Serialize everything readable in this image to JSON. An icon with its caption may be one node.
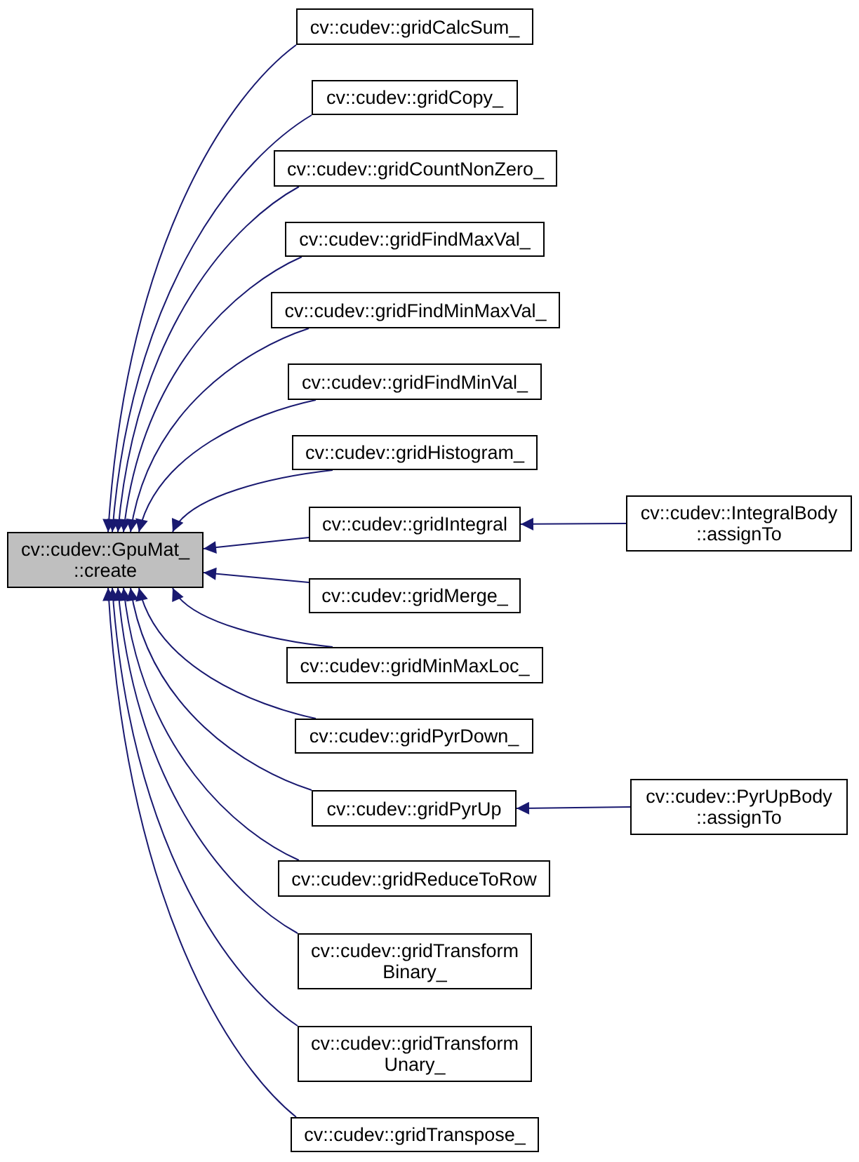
{
  "diagram": {
    "nodes": [
      {
        "text": [
          "cv::cudev::GpuMat_ ::create"
        ]
      },
      {
        "text": [
          "cv::cudev::gridCalcSum_"
        ]
      },
      {
        "text": [
          "cv::cudev::gridCopy_"
        ]
      },
      {
        "text": [
          "cv::cudev::gridCountNonZero_"
        ]
      },
      {
        "text": [
          "cv::cudev::gridFindMaxVal_"
        ]
      },
      {
        "text": [
          "cv::cudev::gridFindMinMaxVal_"
        ]
      },
      {
        "text": [
          "cv::cudev::gridFindMinVal_"
        ]
      },
      {
        "text": [
          "cv::cudev::gridHistogram_"
        ]
      },
      {
        "text": [
          "cv::cudev::gridIntegral"
        ]
      },
      {
        "text": [
          "cv::cudev::gridMerge_"
        ]
      },
      {
        "text": [
          "cv::cudev::gridMinMaxLoc_"
        ]
      },
      {
        "text": [
          "cv::cudev::gridPyrDown_"
        ]
      },
      {
        "text": [
          "cv::cudev::gridPyrUp"
        ]
      },
      {
        "text": [
          "cv::cudev::gridReduceToRow"
        ]
      },
      {
        "text": [
          "cv::cudev::gridTransform Binary_"
        ]
      },
      {
        "text": [
          "cv::cudev::gridTransform Unary_"
        ]
      },
      {
        "text": [
          "cv::cudev::gridTranspose_"
        ]
      },
      {
        "text": [
          "cv::cudev::IntegralBody ::assignTo"
        ]
      },
      {
        "text": [
          "cv::cudev::PyrUpBody ::assignTo"
        ]
      }
    ],
    "edges": [
      {
        "from": 1,
        "to": 0,
        "arrow": "to"
      },
      {
        "from": 2,
        "to": 0,
        "arrow": "to"
      },
      {
        "from": 3,
        "to": 0,
        "arrow": "to"
      },
      {
        "from": 4,
        "to": 0,
        "arrow": "to"
      },
      {
        "from": 5,
        "to": 0,
        "arrow": "to"
      },
      {
        "from": 6,
        "to": 0,
        "arrow": "to"
      },
      {
        "from": 7,
        "to": 0,
        "arrow": "to"
      },
      {
        "from": 8,
        "to": 0,
        "arrow": "to"
      },
      {
        "from": 9,
        "to": 0,
        "arrow": "to"
      },
      {
        "from": 10,
        "to": 0,
        "arrow": "to"
      },
      {
        "from": 11,
        "to": 0,
        "arrow": "to"
      },
      {
        "from": 12,
        "to": 0,
        "arrow": "to"
      },
      {
        "from": 13,
        "to": 0,
        "arrow": "to"
      },
      {
        "from": 14,
        "to": 0,
        "arrow": "to"
      },
      {
        "from": 15,
        "to": 0,
        "arrow": "to"
      },
      {
        "from": 16,
        "to": 0,
        "arrow": "to"
      },
      {
        "from": 17,
        "to": 8,
        "arrow": "to"
      },
      {
        "from": 18,
        "to": 12,
        "arrow": "to"
      }
    ]
  }
}
